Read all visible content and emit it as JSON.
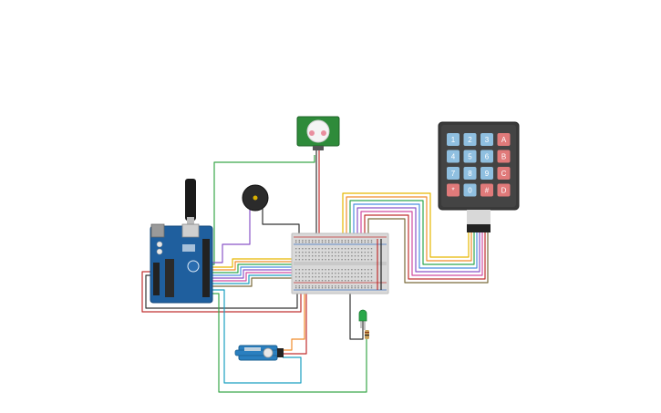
{
  "circuit": {
    "components": {
      "arduino": {
        "name": "arduino-uno-board",
        "color": "#1f5f9e"
      },
      "pir": {
        "name": "pir-motion-sensor",
        "color": "#2e8b3a"
      },
      "buzzer": {
        "name": "piezo-buzzer",
        "color": "#2b2b2b"
      },
      "keypad": {
        "name": "keypad-4x4",
        "color": "#3a3a3a"
      },
      "breadboard": {
        "name": "breadboard-small",
        "color": "#d9d9d9"
      },
      "servo": {
        "name": "micro-servo",
        "color": "#2a7fbf"
      },
      "led": {
        "name": "green-led",
        "color": "#2aa84a"
      },
      "resistor": {
        "name": "resistor",
        "color": "#c9a05a"
      }
    },
    "keypad_keys": [
      {
        "label": "1",
        "color": "#8fbfe0"
      },
      {
        "label": "2",
        "color": "#8fbfe0"
      },
      {
        "label": "3",
        "color": "#8fbfe0"
      },
      {
        "label": "A",
        "color": "#e07a7a"
      },
      {
        "label": "4",
        "color": "#8fbfe0"
      },
      {
        "label": "5",
        "color": "#8fbfe0"
      },
      {
        "label": "6",
        "color": "#8fbfe0"
      },
      {
        "label": "B",
        "color": "#e07a7a"
      },
      {
        "label": "7",
        "color": "#8fbfe0"
      },
      {
        "label": "8",
        "color": "#8fbfe0"
      },
      {
        "label": "9",
        "color": "#8fbfe0"
      },
      {
        "label": "C",
        "color": "#e07a7a"
      },
      {
        "label": "*",
        "color": "#e07a7a"
      },
      {
        "label": "0",
        "color": "#8fbfe0"
      },
      {
        "label": "#",
        "color": "#e07a7a"
      },
      {
        "label": "D",
        "color": "#e07a7a"
      }
    ],
    "wire_colors": [
      "#e6b800",
      "#f08c2c",
      "#2fa84f",
      "#4a8fe0",
      "#8a55c8",
      "#d04ca0",
      "#c03030",
      "#1a9fc0",
      "#7a6a3a"
    ]
  }
}
